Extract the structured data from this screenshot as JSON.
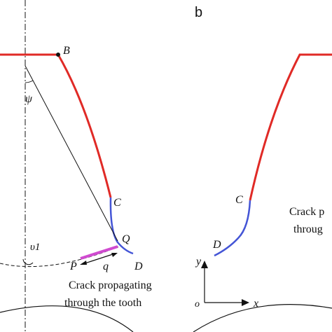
{
  "panel_b": "b",
  "labels": {
    "B": "B",
    "psi": "ψ",
    "C": "C",
    "Q": "Q",
    "v1": "υ1",
    "P": "P",
    "q": "q",
    "D": "D",
    "C_b": "C",
    "D_b": "D",
    "y": "y",
    "x": "x",
    "o": "o"
  },
  "caption_a": {
    "line1": "Crack propagating",
    "line2": "through the tooth"
  },
  "caption_b": {
    "line1": "Crack p",
    "line2": "throug"
  },
  "colors": {
    "flank": "#e02a26",
    "fillet": "#4455d6",
    "crack": "#d04bd0",
    "ink": "#111111"
  }
}
